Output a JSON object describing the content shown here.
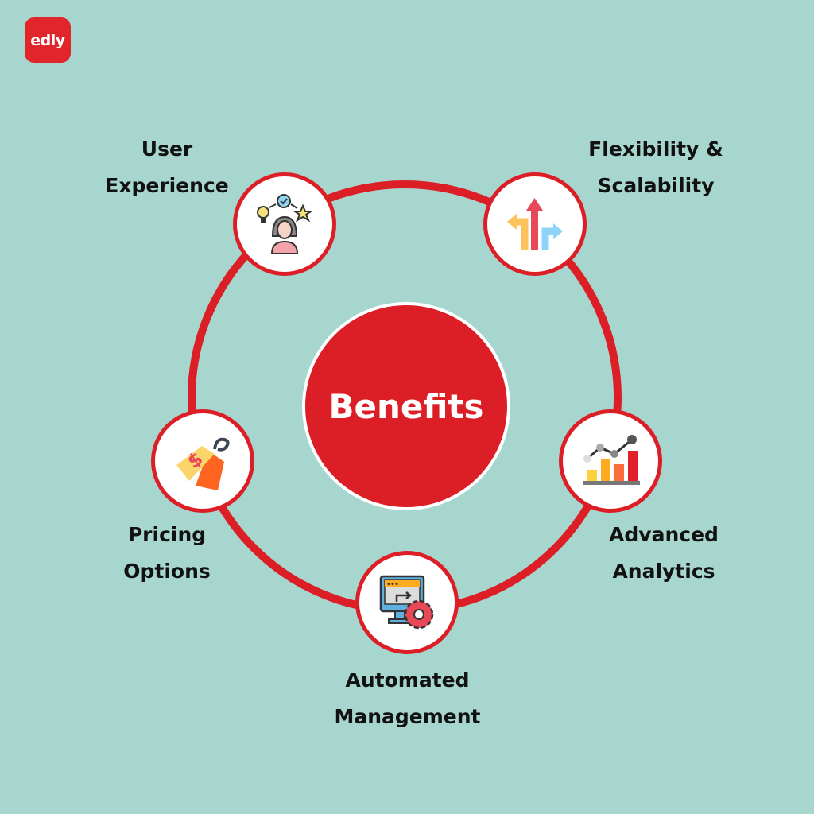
{
  "brand": {
    "logo_text": "edly",
    "color": "#e0252b"
  },
  "background_color": "#a7d6ce",
  "accent_color": "#dc1f26",
  "center": {
    "title": "Benefits"
  },
  "nodes": [
    {
      "id": "user-experience",
      "icon": "user-ideas-icon",
      "label_lines": [
        "User",
        "Experience"
      ]
    },
    {
      "id": "flexibility-scalability",
      "icon": "branching-arrows-icon",
      "label_lines": [
        "Flexibility &",
        "Scalability"
      ]
    },
    {
      "id": "advanced-analytics",
      "icon": "bar-line-chart-icon",
      "label_lines": [
        "Advanced",
        "Analytics"
      ]
    },
    {
      "id": "automated-management",
      "icon": "monitor-gear-icon",
      "label_lines": [
        "Automated",
        "Management"
      ]
    },
    {
      "id": "pricing-options",
      "icon": "price-tag-icon",
      "label_lines": [
        "Pricing",
        "Options"
      ]
    }
  ]
}
